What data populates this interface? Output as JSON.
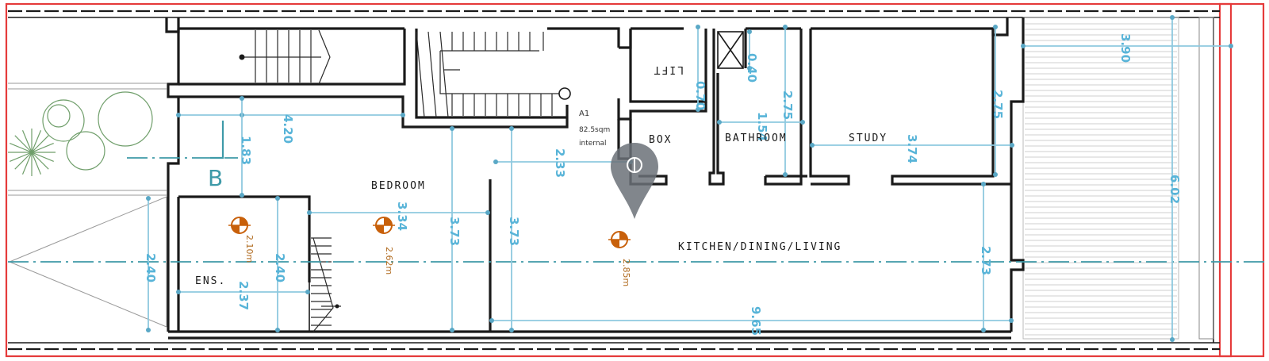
{
  "rooms": {
    "bedroom": "BEDROOM",
    "ens": "ENS.",
    "box": "BOX",
    "bathroom": "BATHROOM",
    "study": "STUDY",
    "kitchen": "KITCHEN/DINING/LIVING",
    "lift": "LIFT"
  },
  "unit": {
    "name": "A1",
    "area": "82.5sqm",
    "area_note": "internal"
  },
  "section_marker": "B",
  "dimensions": {
    "d420": "4.20",
    "d183": "1.83",
    "d334": "3.34",
    "d373a": "3.73",
    "d373b": "3.73",
    "d233": "2.33",
    "d240a": "2.40",
    "d240b": "2.40",
    "d237": "2.37",
    "d070": "0.70",
    "d040": "0.40",
    "d275a": "2.75",
    "d154": "1.54",
    "d374": "3.74",
    "d275b": "2.75",
    "d273": "2.73",
    "d965": "9.65",
    "d390": "3.90",
    "d602": "6.02"
  },
  "ceiling_heights": {
    "h210": "2.10m",
    "h262": "2.62m",
    "h285": "2.85m"
  },
  "colors": {
    "dimension": "#58b4d8",
    "site_boundary": "#e53b3b",
    "height_marker": "#c8600a",
    "axis": "#3e9aa8",
    "location_pin": "#6b7178"
  },
  "icons": {
    "location_pin": "map-pin-icon",
    "height_marker": "ceiling-height-icon"
  }
}
